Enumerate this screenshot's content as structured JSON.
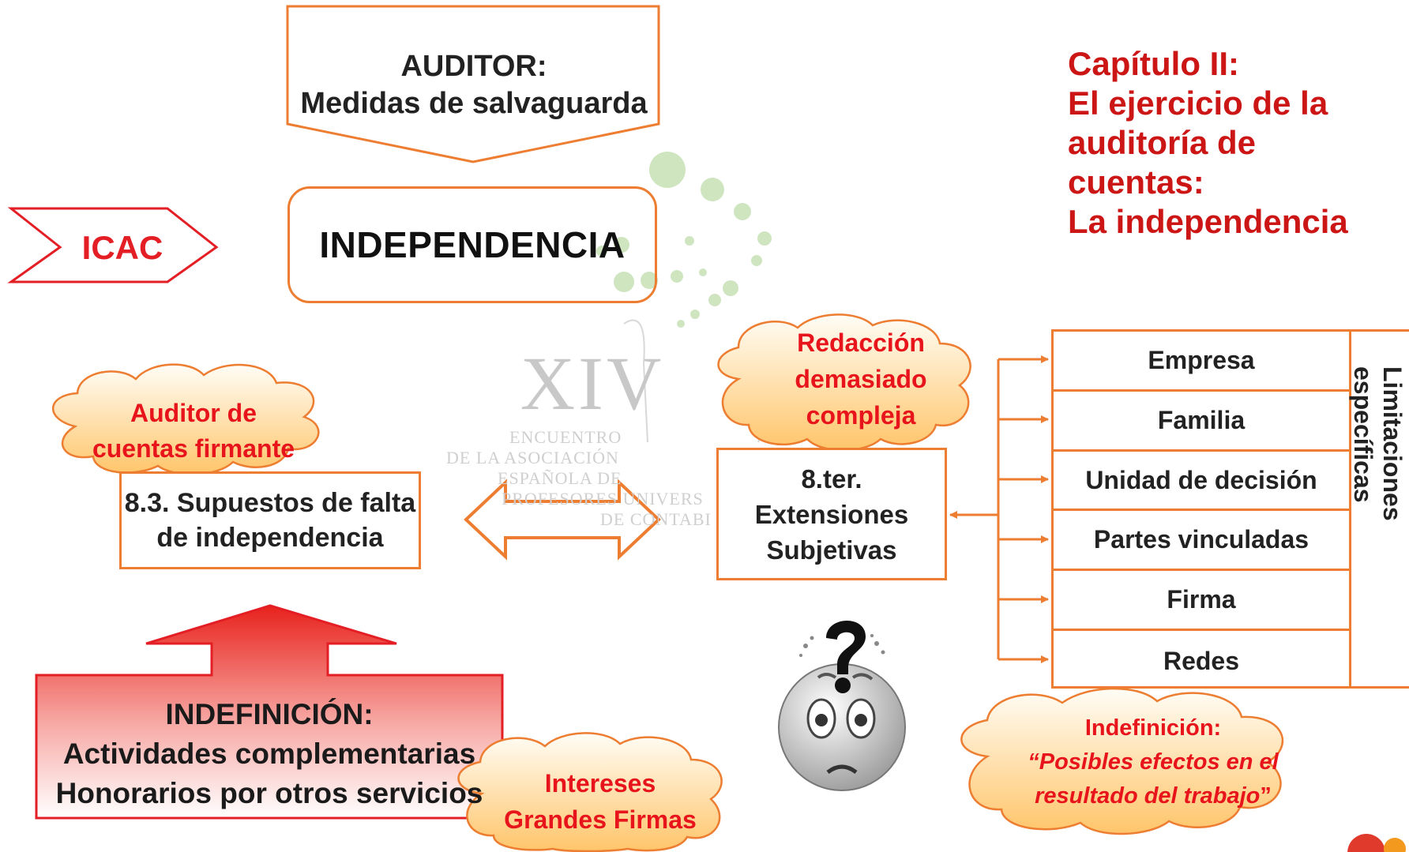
{
  "header_pentagon": {
    "title": "AUDITOR:",
    "subtitle": "Medidas de salvaguarda"
  },
  "center_box": {
    "label": "INDEPENDENCIA"
  },
  "icac_arrow": {
    "label": "ICAC"
  },
  "chapter": {
    "lines": [
      "Capítulo II:",
      "El ejercicio de la",
      "auditoría de cuentas:",
      "La independencia"
    ]
  },
  "box_83": {
    "line1": "8.3. Supuestos de falta",
    "line2": "de independencia"
  },
  "box_8ter": {
    "line1": "8.ter.",
    "line2": "Extensiones",
    "line3": "Subjetivas"
  },
  "limitations": {
    "items": [
      "Empresa",
      "Familia",
      "Unidad de decisión",
      "Partes vinculadas",
      "Firma",
      "Redes"
    ],
    "side_label": "Limitaciones específicas"
  },
  "indefinicion_box": {
    "title": "INDEFINICIÓN:",
    "line1": "Actividades complementarias",
    "line2": "Honorarios por otros servicios"
  },
  "clouds": {
    "auditor_firmante": {
      "line1": "Auditor de",
      "line2": "cuentas firmante"
    },
    "redaccion": {
      "line1": "Redacción",
      "line2": "demasiado",
      "line3": "compleja"
    },
    "intereses": {
      "line1": "Intereses",
      "line2": "Grandes Firmas"
    },
    "indefinicion": {
      "line1": "Indefinición:",
      "line2": "Posibles efectos en el",
      "line3": "resultado del trabajo"
    }
  },
  "watermark": {
    "numeral": "XIV",
    "lines": [
      "ENCUENTRO",
      "DE LA ASOCIACIÓN",
      "ESPAÑOLA DE",
      "PROFESORES UNIVERS",
      "DE CONTABI"
    ]
  },
  "colors": {
    "orange": "#ED7D31",
    "red_text": "#E31E24",
    "chapter_red": "#CC1616",
    "cloud_fill_top": "#FFFFFF",
    "cloud_fill_bottom": "#FFC56A"
  }
}
